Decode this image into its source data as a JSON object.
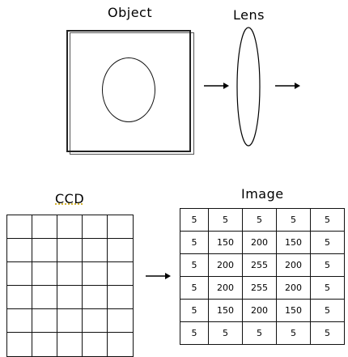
{
  "labels": {
    "object": "Object",
    "lens": "Lens",
    "ccd": "CCD",
    "image": "Image"
  },
  "ccd": {
    "rows": 6,
    "cols": 5
  },
  "image_matrix": [
    [
      "5",
      "5",
      "5",
      "5",
      "5"
    ],
    [
      "5",
      "150",
      "200",
      "150",
      "5"
    ],
    [
      "5",
      "200",
      "255",
      "200",
      "5"
    ],
    [
      "5",
      "200",
      "255",
      "200",
      "5"
    ],
    [
      "5",
      "150",
      "200",
      "150",
      "5"
    ],
    [
      "5",
      "5",
      "5",
      "5",
      "5"
    ]
  ],
  "icons": {
    "arrows": [
      "right-arrow-icon",
      "right-arrow-icon",
      "right-arrow-icon"
    ],
    "lens": "convex-lens-icon"
  }
}
